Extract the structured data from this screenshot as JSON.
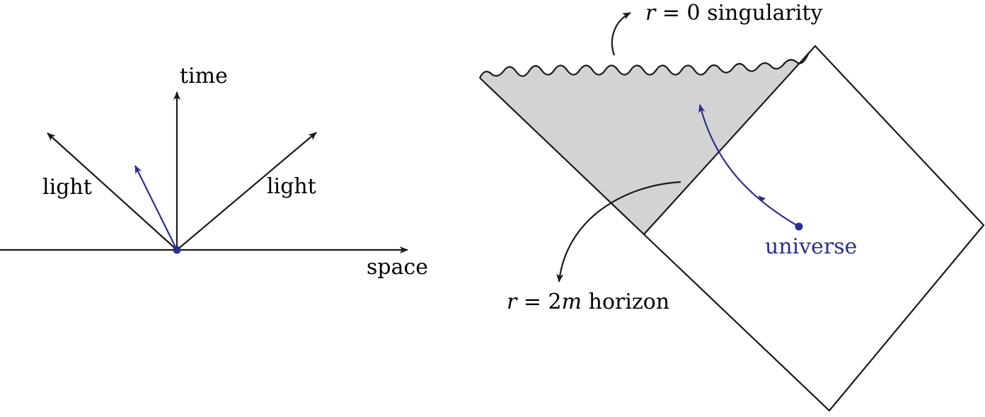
{
  "colors": {
    "ink": "#1a1a1a",
    "accent": "#2b2f92",
    "region_fill": "#d3d3d3",
    "background": "#ffffff"
  },
  "light_cone": {
    "time_label": "time",
    "space_label": "space",
    "light_left_label": "light",
    "light_right_label": "light"
  },
  "penrose": {
    "singularity_var": "r",
    "singularity_eq": " = 0 ",
    "singularity_text": "singularity",
    "horizon_var": "r",
    "horizon_eq": " = 2",
    "horizon_m": "m",
    "horizon_text": " horizon",
    "universe_label": "universe"
  }
}
